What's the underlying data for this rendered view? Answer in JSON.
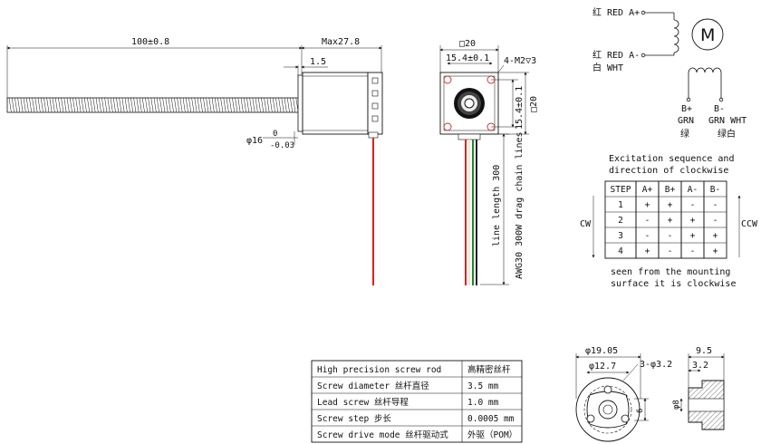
{
  "side_view": {
    "length_dim": "100±0.8",
    "max_dim": "Max27.8",
    "offset_dim": "1.5",
    "diameter_dim": "φ16",
    "diameter_tol_upper": "0",
    "diameter_tol_lower": "-0.03"
  },
  "front_view": {
    "square_top": "□20",
    "hole_spacing_h": "15.4±0.1",
    "hole_spec": "4-M2▽3",
    "hole_spacing_v": "15.4±0.1",
    "square_side": "□20",
    "line_length": "line length 300",
    "wire_spec": "AWG30 300W drag chain lines"
  },
  "wiring": {
    "a_plus": "红 RED A+",
    "a_minus": "红 RED A-",
    "a_minus_2": "白 WHT",
    "b_plus": "B+",
    "b_plus_en": "GRN",
    "b_plus_cn": "绿",
    "b_minus": "B-",
    "b_minus_en": "GRN WHT",
    "b_minus_cn": "绿白",
    "motor": "M"
  },
  "excitation": {
    "title_line1": "Excitation sequence and",
    "title_line2": "direction of clockwise",
    "headers": [
      "STEP",
      "A+",
      "B+",
      "A-",
      "B-"
    ],
    "rows": [
      [
        "1",
        "+",
        "+",
        "-",
        "-"
      ],
      [
        "2",
        "-",
        "+",
        "+",
        "-"
      ],
      [
        "3",
        "-",
        "-",
        "+",
        "+"
      ],
      [
        "4",
        "+",
        "-",
        "-",
        "+"
      ]
    ],
    "cw": "CW",
    "ccw": "CCW",
    "note_line1": "seen from the mounting",
    "note_line2": "surface it is clockwise"
  },
  "spec_table": {
    "rows": [
      [
        "High precision screw rod",
        "高精密丝杆"
      ],
      [
        "Screw diameter 丝杆直径",
        "3.5 mm"
      ],
      [
        "Lead screw 丝杆导程",
        "1.0 mm"
      ],
      [
        "Screw step 步长",
        "0.0005 mm"
      ],
      [
        "Screw drive mode 丝杆驱动式",
        "外驱（POM）"
      ]
    ]
  },
  "nut_view": {
    "outer_dia": "φ19.05",
    "inner_dia": "φ12.7",
    "holes": "3-φ3.2",
    "height": "6",
    "width": "9.5",
    "flange": "3.2",
    "bore": "φ8"
  }
}
